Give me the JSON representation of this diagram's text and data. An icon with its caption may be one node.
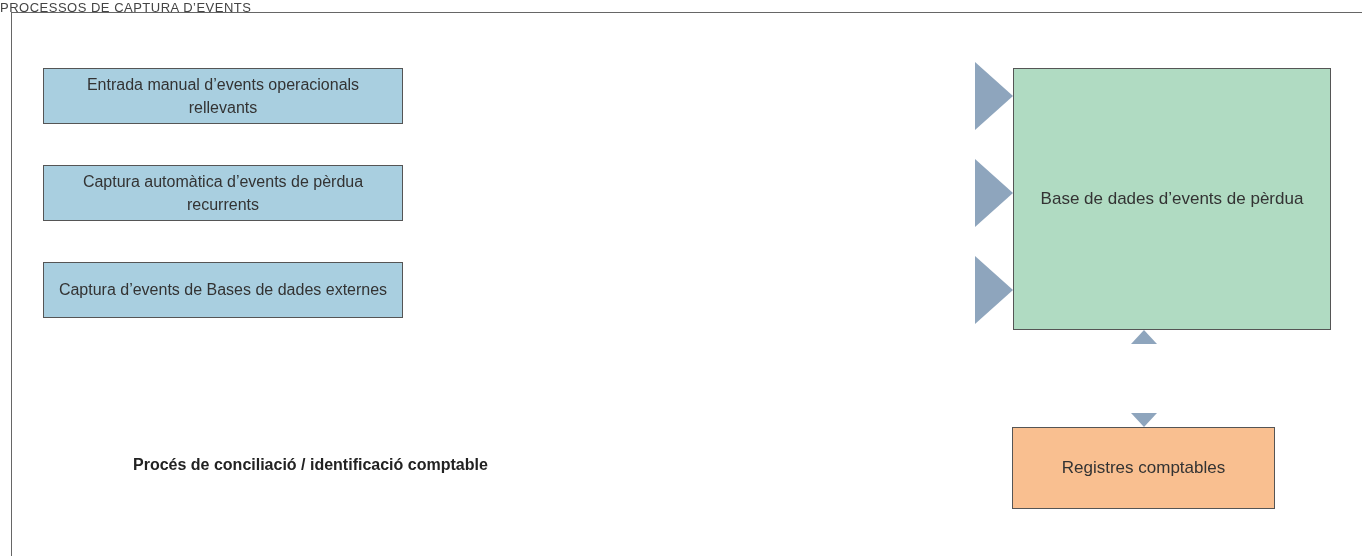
{
  "diagram": {
    "title": "PROCESSOS DE CAPTURA D’EVENTS",
    "nodes": [
      {
        "text": [
          "Entrada manual d’events operacionals rellevants"
        ]
      },
      {
        "text": [
          "Captura automàtica d’events de pèrdua recurrents"
        ]
      },
      {
        "text": [
          "Captura d’events de Bases de dades externes"
        ]
      },
      {
        "text": [
          "Base de dades d’events de pèrdua"
        ]
      },
      {
        "text": [
          "Registres comptables"
        ]
      }
    ],
    "edges": [
      {
        "from": 0,
        "to": 3,
        "arrow": "to"
      },
      {
        "from": 1,
        "to": 3,
        "arrow": "to"
      },
      {
        "from": 2,
        "to": 3,
        "arrow": "to"
      },
      {
        "from": 3,
        "to": 4,
        "arrow": "both"
      }
    ],
    "labels": [
      "Procés de conciliació / identificació comptable"
    ]
  }
}
